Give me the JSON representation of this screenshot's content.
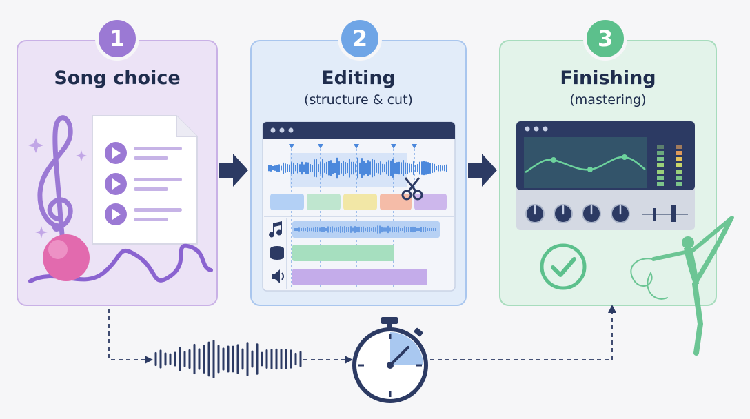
{
  "steps": [
    {
      "number": "1",
      "title": "Song choice",
      "subtitle": ""
    },
    {
      "number": "2",
      "title": "Editing",
      "subtitle": "(structure & cut)"
    },
    {
      "number": "3",
      "title": "Finishing",
      "subtitle": "(mastering)"
    }
  ],
  "colors": {
    "step1": "#9b79d4",
    "step2": "#6fa5e6",
    "step3": "#5cc08c",
    "navy": "#2c3a63"
  },
  "icons": [
    "treble-clef-icon",
    "playlist-document-icon",
    "ball-icon",
    "ribbon-icon",
    "editor-window-icon",
    "scissors-icon",
    "music-note-icon",
    "drum-icon",
    "speaker-icon",
    "mixer-window-icon",
    "checkmark-icon",
    "gymnast-icon",
    "waveform-icon",
    "stopwatch-icon"
  ]
}
